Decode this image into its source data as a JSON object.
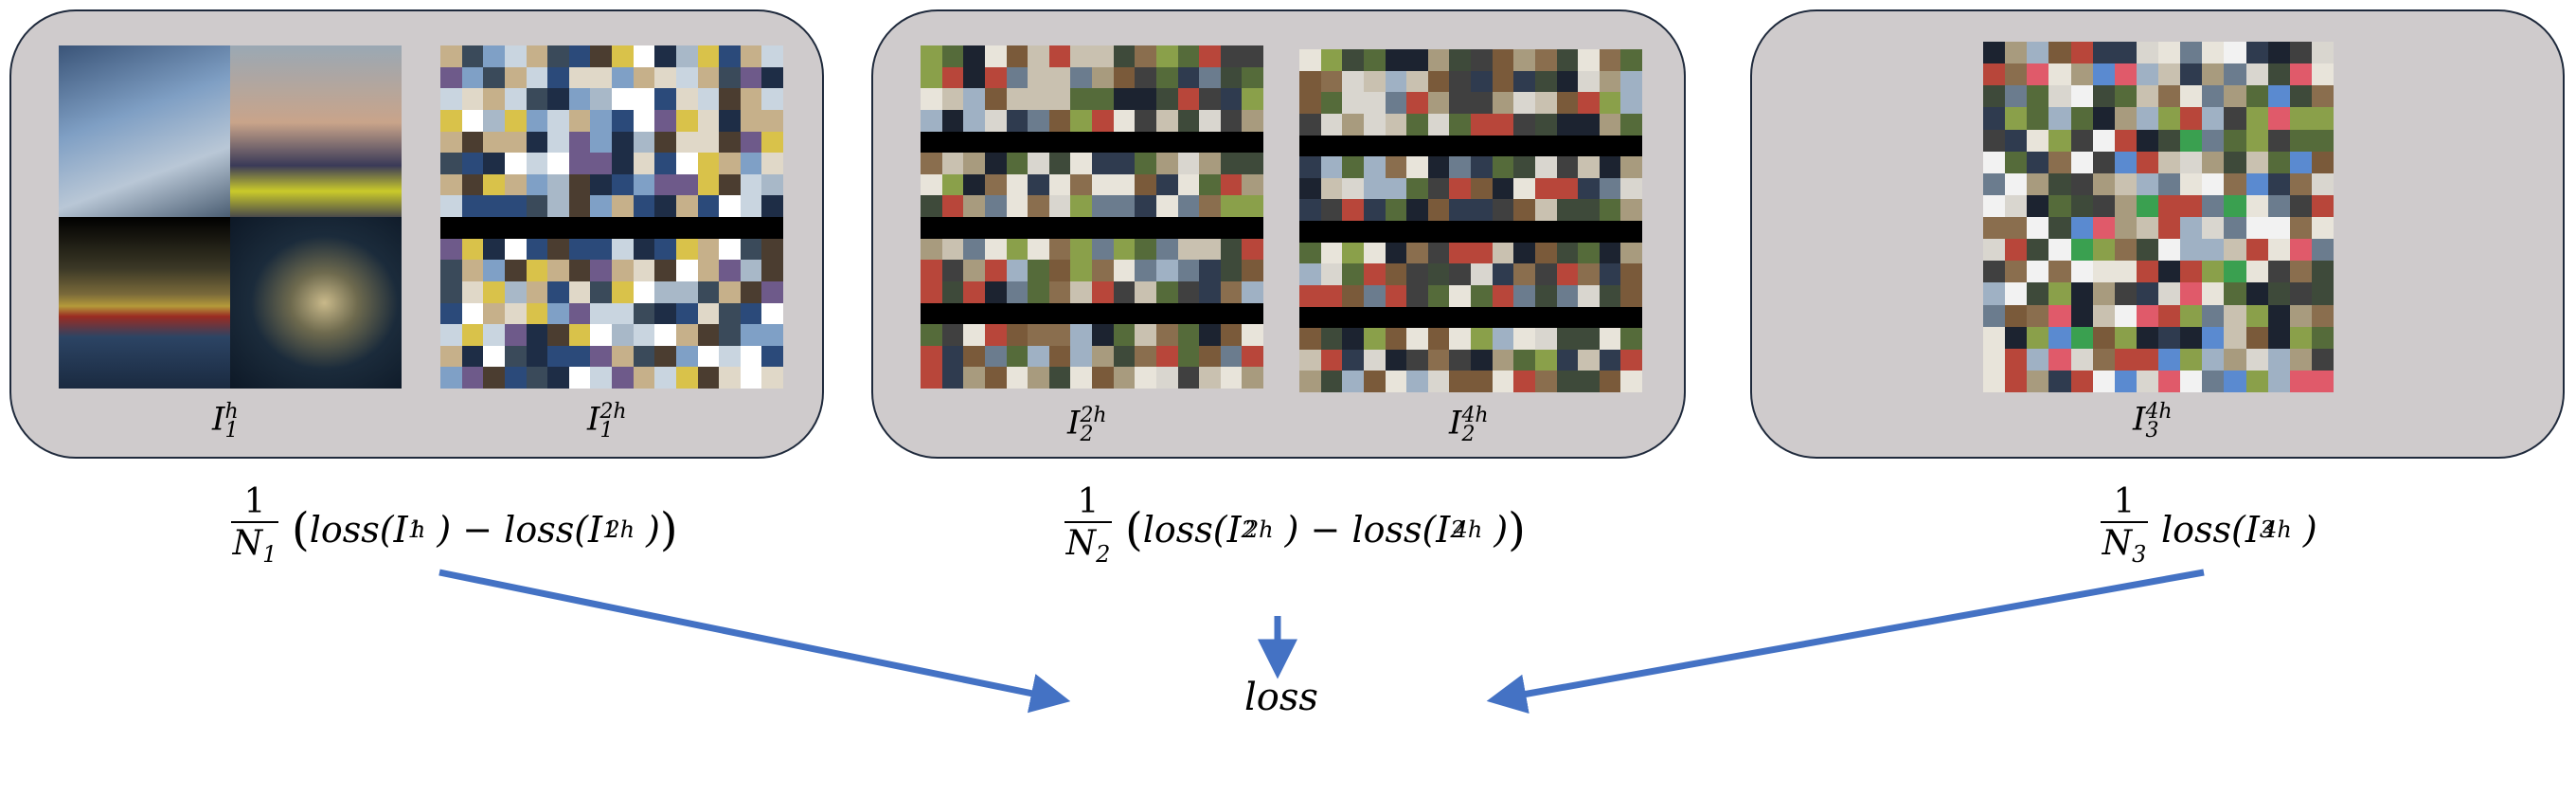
{
  "panels": [
    {
      "id": "panel-1",
      "labels": [
        {
          "base": "I",
          "sub": "1",
          "sup": "h"
        },
        {
          "base": "I",
          "sub": "1",
          "sup": "2h"
        }
      ]
    },
    {
      "id": "panel-2",
      "labels": [
        {
          "base": "I",
          "sub": "2",
          "sup": "2h"
        },
        {
          "base": "I",
          "sub": "2",
          "sup": "4h"
        }
      ]
    },
    {
      "id": "panel-3",
      "labels": [
        {
          "base": "I",
          "sub": "3",
          "sup": "4h"
        }
      ]
    }
  ],
  "formulas": [
    {
      "num": "1",
      "den": "N",
      "den_sub": "1",
      "body_a": "loss(I",
      "a_sub": "1",
      "a_sup": "h",
      "mid": ") − loss(I",
      "b_sub": "1",
      "b_sup": "2h",
      "end": ")"
    },
    {
      "num": "1",
      "den": "N",
      "den_sub": "2",
      "body_a": "loss(I",
      "a_sub": "2",
      "a_sup": "2h",
      "mid": ") − loss(I",
      "b_sub": "2",
      "b_sup": "4h",
      "end": ")"
    },
    {
      "num": "1",
      "den": "N",
      "den_sub": "3",
      "body_a": "loss(I",
      "a_sub": "3",
      "a_sup": "4h",
      "end": ")"
    }
  ],
  "output_label": "loss",
  "colors": {
    "panel_fill": "#cfcbcc",
    "panel_border": "#1f2a3c",
    "arrow": "#4472c4"
  }
}
